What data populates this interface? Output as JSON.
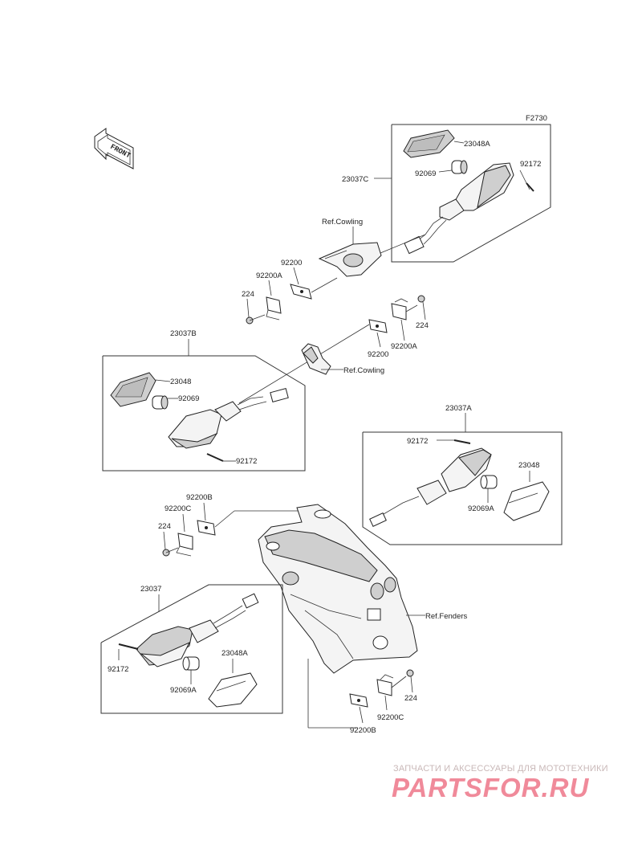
{
  "figure_code": "F2730",
  "front_label": "FRONT",
  "labels": {
    "p23048A_top": "23048A",
    "p92069_top": "92069",
    "p92172_top": "92172",
    "p23037C": "23037C",
    "ref_cowling_1": "Ref.Cowling",
    "p92200_a": "92200",
    "p92200A_a": "92200A",
    "p224_a": "224",
    "p23037B": "23037B",
    "p23048": "23048",
    "p92069_b": "92069",
    "p92172_b": "92172",
    "p224_b": "224",
    "p92200_b": "92200",
    "p92200A_b": "92200A",
    "ref_cowling_2": "Ref.Cowling",
    "p23037A": "23037A",
    "p92172_c": "92172",
    "p23048_c": "23048",
    "p92069A_c": "92069A",
    "p92200B_a": "92200B",
    "p92200C_a": "92200C",
    "p224_c": "224",
    "p23037": "23037",
    "ref_fenders": "Ref.Fenders",
    "p92172_d": "92172",
    "p23048A_d": "23048A",
    "p92069A_d": "92069A",
    "p224_d": "224",
    "p92200C_b": "92200C",
    "p92200B_b": "92200B"
  },
  "watermark": {
    "caption": "ЗАПЧАСТИ И АКСЕССУАРЫ ДЛЯ МОТОТЕХНИКИ",
    "brand": "PARTSFOR.RU"
  }
}
